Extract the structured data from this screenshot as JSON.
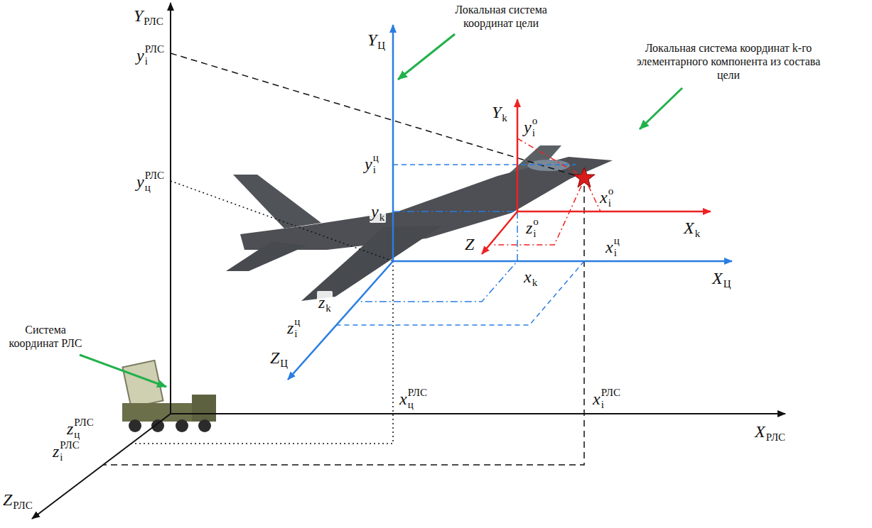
{
  "diagram": {
    "labels": [
      "Y",
      "РЛС",
      "y",
      "i",
      "РЛС",
      "y",
      "ц",
      "РЛС",
      "Система координат РЛС",
      "Локальная система координат цели",
      "Y",
      "Ц",
      "y",
      "i",
      "ц",
      "y",
      "k",
      "Y",
      "k",
      "y",
      "i",
      "o",
      "Локальная система координат k-го элементарного компонента из состава цели",
      "x",
      "i",
      "o",
      "X",
      "k",
      "z",
      "i",
      "o",
      "Z",
      "x",
      "k",
      "x",
      "i",
      "ц",
      "X",
      "Ц",
      "z",
      "k",
      "z",
      "i",
      "ц",
      "Z",
      "Ц",
      "x",
      "ц",
      "РЛС",
      "x",
      "i",
      "РЛС",
      "X",
      "РЛС",
      "z",
      "ц",
      "РЛС",
      "z",
      "i",
      "РЛС",
      "Z",
      "РЛС"
    ]
  }
}
